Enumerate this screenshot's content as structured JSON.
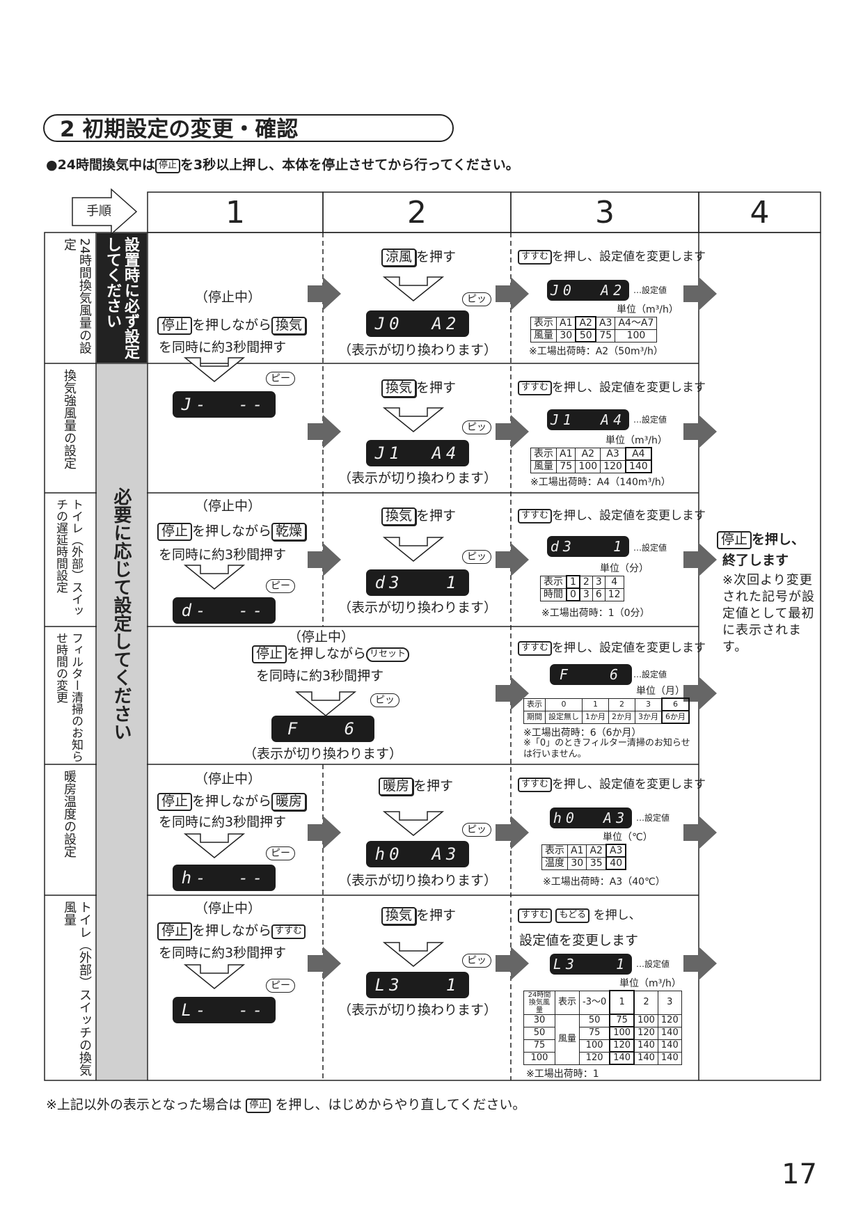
{
  "section": {
    "title": "2 初期設定の変更・確認"
  },
  "notes": {
    "top_pre": "●24時間換気中は",
    "top_key": "停止",
    "top_post": "を3秒以上押し、本体を停止させてから行ってください。",
    "bottom_pre": "※上記以外の表示となった場合は",
    "bottom_key": "停止",
    "bottom_post": "を押し、はじめからやり直してください。"
  },
  "header": {
    "step_label": "手順",
    "cols": [
      "1",
      "2",
      "3",
      "4"
    ]
  },
  "bands": {
    "required": "設置時に必ず設定してください",
    "optional": "必要に応じて設定してください"
  },
  "common": {
    "stopped": "（停止中）",
    "stop_key": "停止",
    "while_pressing": "を押しながら",
    "simultaneous": "を同時に約3秒間押す",
    "switched": "（表示が切り換わります）",
    "press": "を押す",
    "susumu": "すすむ",
    "modoru": "もどる",
    "change_value": "を押し、設定値を変更します",
    "setting_value": "…設定値",
    "pi": "ピッ",
    "pii": "ピー"
  },
  "rows": [
    {
      "label": "24時間換気風量の設定",
      "key1": "換気",
      "lcd1": "",
      "key2": "涼風",
      "lcd2": "J0  A2",
      "lcd3": "J0  A2",
      "unit": "単位（m³/h）",
      "factory": "※工場出荷時：A2（50m³/h）",
      "table": {
        "r1": [
          "表示",
          "A1",
          "A2",
          "A3",
          "A4〜A7"
        ],
        "r2": [
          "風量",
          "30",
          "50",
          "75",
          "100"
        ]
      }
    },
    {
      "label": "換気強風量の設定",
      "lcd1": "J-  --",
      "key2": "換気",
      "lcd2": "J1  A4",
      "lcd3": "J1  A4",
      "unit": "単位（m³/h）",
      "factory": "※工場出荷時：A4（140m³/h）",
      "table": {
        "r1": [
          "表示",
          "A1",
          "A2",
          "A3",
          "A4"
        ],
        "r2": [
          "風量",
          "75",
          "100",
          "120",
          "140"
        ]
      }
    },
    {
      "label": "トイレ（外部）スイッチの遅延時間設定",
      "key1": "乾燥",
      "lcd1": "d-  --",
      "key2": "換気",
      "lcd2": "d3   1",
      "lcd3": "d3   1",
      "unit": "単位（分）",
      "factory": "※工場出荷時：1（0分）",
      "table": {
        "r1": [
          "表示",
          "1",
          "2",
          "3",
          "4"
        ],
        "r2": [
          "時間",
          "0",
          "3",
          "6",
          "12"
        ]
      }
    },
    {
      "label": "フィルター清掃のお知らせ時間の変更",
      "key1": "リセット",
      "lcd2": "F   6",
      "lcd3": "F   6",
      "unit": "単位（月）",
      "factory": "※工場出荷時：6（6か月）",
      "note": "※「0」のときフィルター清掃のお知らせは行いません。",
      "table": {
        "r1": [
          "表示",
          "0",
          "1",
          "2",
          "3",
          "6"
        ],
        "r2": [
          "期間",
          "設定無し",
          "1か月",
          "2か月",
          "3か月",
          "6か月"
        ]
      }
    },
    {
      "label": "暖房温度の設定",
      "key1": "暖房",
      "lcd1": "h-  --",
      "key2": "暖房",
      "lcd2": "h0  A3",
      "lcd3": "h0  A3",
      "unit": "単位（℃）",
      "factory": "※工場出荷時：A3（40℃）",
      "table": {
        "r1": [
          "表示",
          "A1",
          "A2",
          "A3"
        ],
        "r2": [
          "温度",
          "30",
          "35",
          "40"
        ]
      }
    },
    {
      "label": "トイレ（外部）スイッチの換気風量",
      "lcd1": "L-  --",
      "key2": "換気",
      "lcd2": "L3   1",
      "lcd3": "L3   1",
      "press_text": "を押し、",
      "change_text": "設定値を変更します",
      "unit": "単位（m³/h）",
      "factory": "※工場出荷時：1",
      "table": {
        "hdr": [
          "24時間換気風量",
          "表示",
          "-3〜0",
          "1",
          "2",
          "3"
        ],
        "rows": [
          [
            "30",
            "50",
            "75",
            "100",
            "120"
          ],
          [
            "50",
            "75",
            "100",
            "120",
            "140"
          ],
          [
            "75",
            "100",
            "120",
            "140",
            "140"
          ],
          [
            "100",
            "120",
            "140",
            "140",
            "140"
          ]
        ],
        "mid_label": "風量"
      }
    }
  ],
  "col4": {
    "key": "停止",
    "line1": "を押し、",
    "line2": "終了します",
    "note": "※次回より変更された記号が設定値として最初に表示されます。"
  },
  "page_number": "17"
}
